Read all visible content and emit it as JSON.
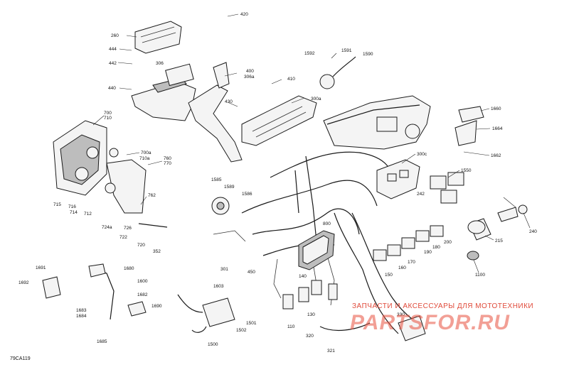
{
  "diagram_id": "79CA119",
  "watermark": {
    "text": "ЗАПЧАСТИ И АКСЕССУАРЫ ДЛЯ МОТОТЕХНИКИ",
    "logo": "PARTSFOR.RU"
  },
  "callouts": [
    "420",
    "260",
    "444",
    "442",
    "306",
    "440",
    "400",
    "306a",
    "410",
    "430",
    "300a",
    "1592",
    "1591",
    "1590",
    "1660",
    "1664",
    "1662",
    "700",
    "710",
    "700a",
    "710a",
    "760",
    "770",
    "762",
    "724a",
    "726",
    "722",
    "720",
    "715",
    "716",
    "714",
    "712",
    "1585",
    "1589",
    "1586",
    "800",
    "300c",
    "242",
    "1550",
    "240",
    "215",
    "200",
    "1100",
    "190",
    "180",
    "170",
    "160",
    "150",
    "352",
    "301",
    "450",
    "1600",
    "1603",
    "1502",
    "1501",
    "1500",
    "140",
    "130",
    "110",
    "330",
    "320",
    "321",
    "1691",
    "1692",
    "1680",
    "1682",
    "1683",
    "1684",
    "1690",
    "1685"
  ]
}
